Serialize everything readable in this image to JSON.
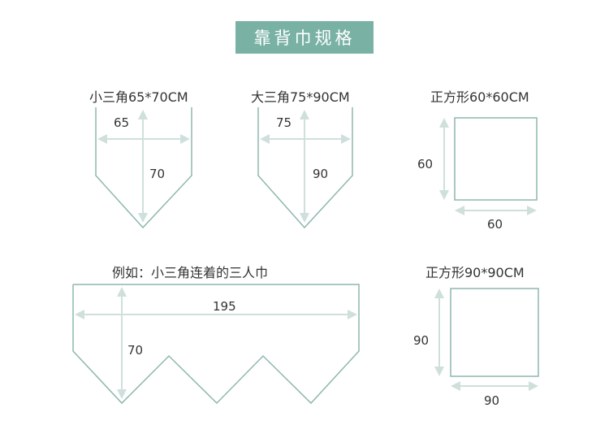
{
  "header": {
    "title": "靠背巾规格"
  },
  "small_triangle": {
    "label": "小三角65*70CM",
    "width": "65",
    "height": "70"
  },
  "large_triangle": {
    "label": "大三角75*90CM",
    "width": "75",
    "height": "90"
  },
  "square_60": {
    "label": "正方形60*60CM",
    "side_left": "60",
    "side_bottom": "60"
  },
  "example": {
    "label": "例如：小三角连着的三人巾",
    "width": "195",
    "height": "70"
  },
  "square_90": {
    "label": "正方形90*90CM",
    "side_left": "90",
    "side_bottom": "90"
  },
  "colors": {
    "outline": "#8db7ad",
    "arrow": "#cfe0dc",
    "badge": "#79b1a5"
  }
}
